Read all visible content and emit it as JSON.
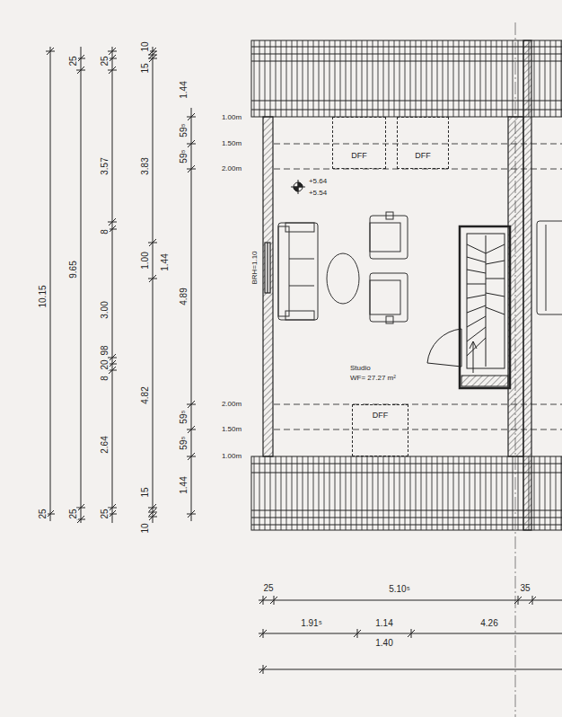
{
  "diagram": {
    "nodes": [
      {
        "text": [
          "Studio",
          "WF= 27.27 m²"
        ]
      },
      {
        "text": [
          "DFF"
        ],
        "in": 0
      },
      {
        "text": [
          "DFF"
        ],
        "in": 0
      },
      {
        "text": [
          "DFF"
        ],
        "in": 0
      }
    ],
    "labels": [
      "10.15",
      "25",
      "25",
      "9.65",
      "25",
      "25",
      "3.57",
      "8",
      "3.00",
      "98",
      "20",
      "8",
      "2.64",
      "25",
      "10",
      "15",
      "3.83",
      "1.00",
      "4.82",
      "10",
      "15",
      "1.44",
      "1.44",
      "59⁵",
      "59⁵",
      "4.89",
      "59⁵",
      "59⁵",
      "1.44",
      "1.00m",
      "1.50m",
      "2.00m",
      "+5.64",
      "+5.54",
      "BRH=1.10",
      "2.00m",
      "1.50m",
      "1.00m",
      "25",
      "5.10⁵",
      "35",
      "1.91⁵",
      "1.14",
      "1.40",
      "4.26"
    ]
  }
}
